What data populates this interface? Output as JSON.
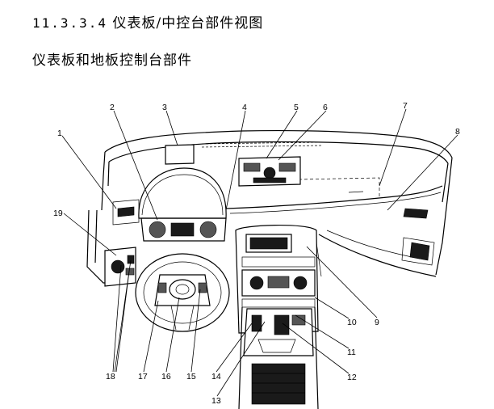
{
  "section": {
    "number": "11.3.3.4",
    "title": "仪表板/中控台部件视图"
  },
  "subsection": {
    "title": "仪表板和地板控制台部件"
  },
  "callouts": [
    {
      "id": "1",
      "label": "1"
    },
    {
      "id": "2",
      "label": "2"
    },
    {
      "id": "3",
      "label": "3"
    },
    {
      "id": "4",
      "label": "4"
    },
    {
      "id": "5",
      "label": "5"
    },
    {
      "id": "6",
      "label": "6"
    },
    {
      "id": "7",
      "label": "7"
    },
    {
      "id": "8",
      "label": "8"
    },
    {
      "id": "9",
      "label": "9"
    },
    {
      "id": "10",
      "label": "10"
    },
    {
      "id": "11",
      "label": "11"
    },
    {
      "id": "12",
      "label": "12"
    },
    {
      "id": "13",
      "label": "13"
    },
    {
      "id": "14",
      "label": "14"
    },
    {
      "id": "15",
      "label": "15"
    },
    {
      "id": "16",
      "label": "16"
    },
    {
      "id": "17",
      "label": "17"
    },
    {
      "id": "18",
      "label": "18"
    },
    {
      "id": "19",
      "label": "19"
    }
  ]
}
